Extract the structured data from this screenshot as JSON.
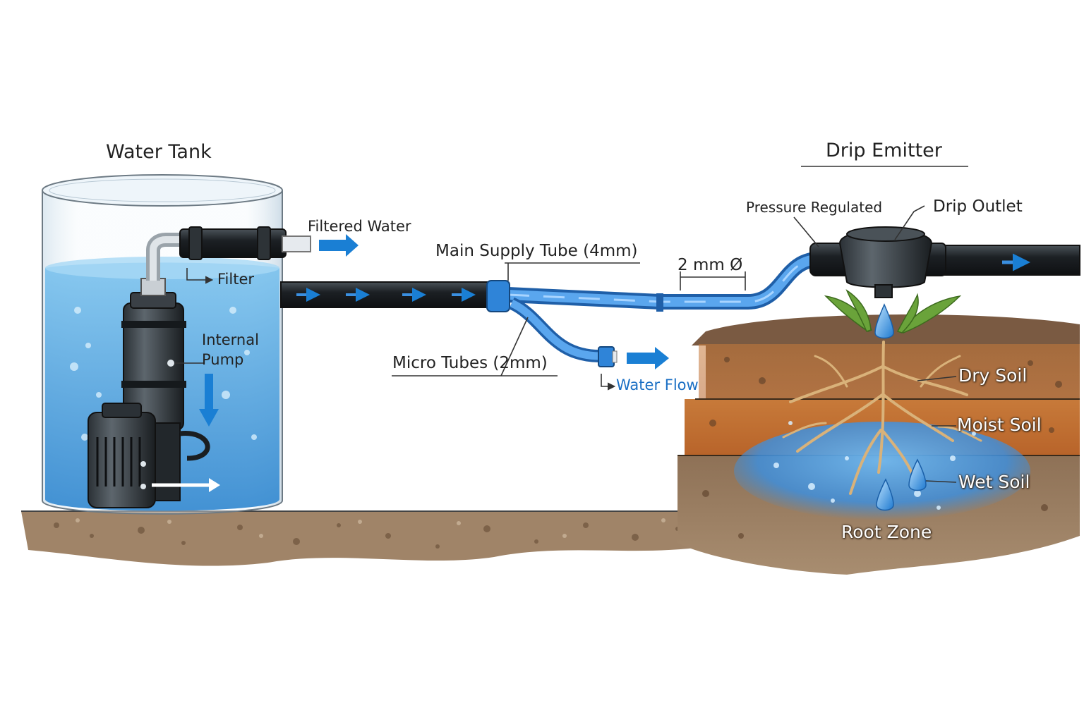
{
  "titles": {
    "water_tank": "Water Tank",
    "drip_emitter": "Drip Emitter"
  },
  "labels": {
    "filtered_water": "Filtered Water",
    "filter": "Filter",
    "internal_pump": "Internal\nPump",
    "main_supply_tube": "Main Supply Tube (4mm)",
    "micro_tubes": "Micro Tubes (2mm)",
    "water_flow": "Water Flow",
    "diameter": "2 mm Ø",
    "pressure_regulated": "Pressure Regulated",
    "drip_outlet": "Drip Outlet",
    "dry_soil": "Dry Soil",
    "moist_soil": "Moist Soil",
    "wet_soil": "Wet Soil",
    "root_zone": "Root Zone"
  },
  "colors": {
    "water": "#5aaee6",
    "water_dark": "#1e78c8",
    "flow_arrow": "#1a7fd4",
    "tube_black": "#1c2024",
    "tube_blue": "#3a8fe0",
    "soil_dry": "#9c7a5c",
    "soil_moist": "#c56a2a",
    "soil_wet": "#8c6e52",
    "wet_zone": "#3f9be6"
  }
}
